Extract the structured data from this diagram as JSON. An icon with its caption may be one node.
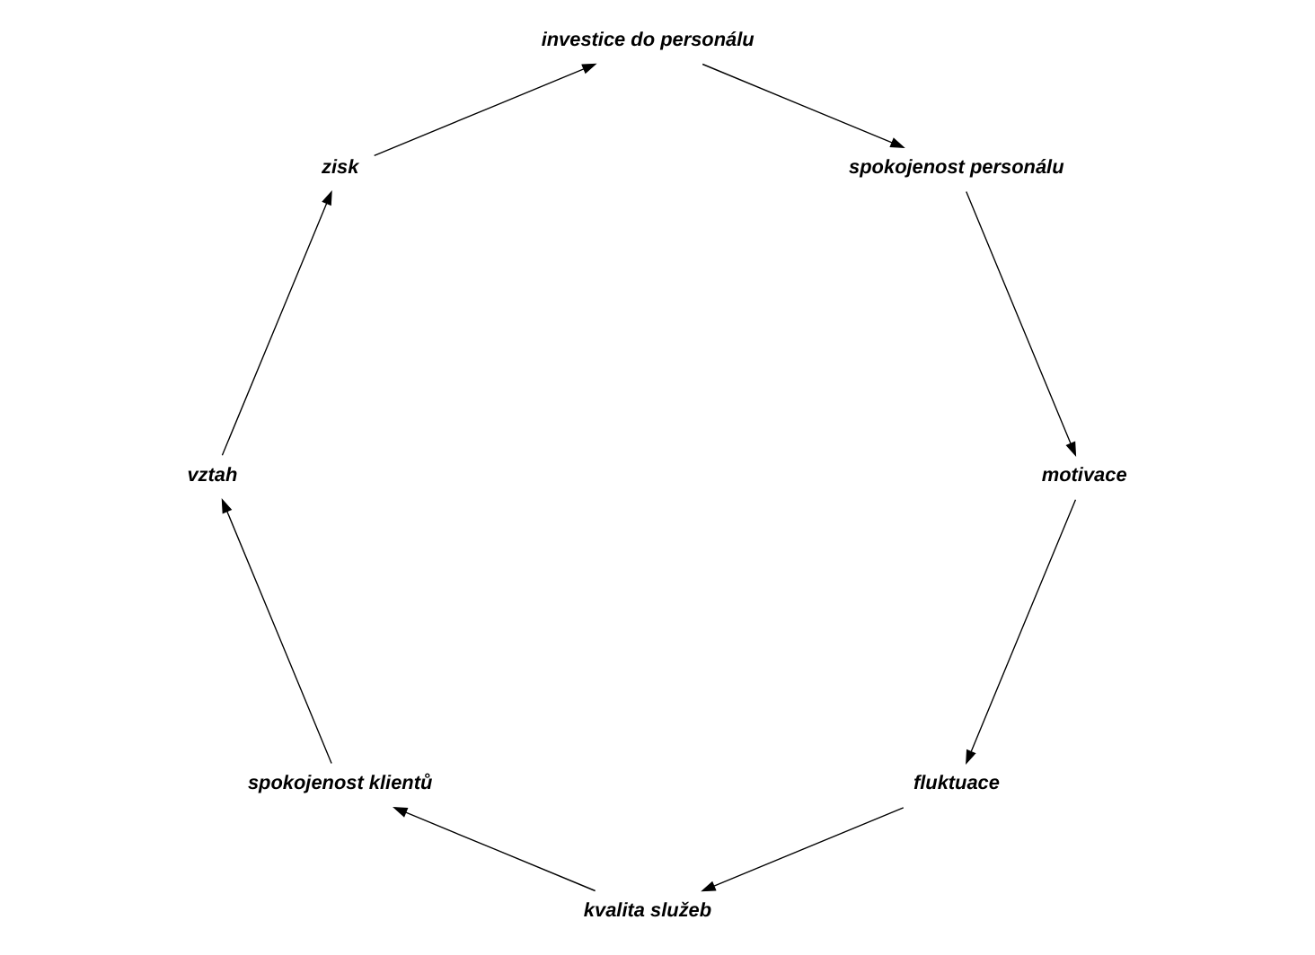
{
  "diagram": {
    "nodes": [
      {
        "text": [
          "kvalita služeb"
        ]
      },
      {
        "text": [
          "spokojenost klientů"
        ]
      },
      {
        "text": [
          "vztah"
        ]
      },
      {
        "text": [
          "zisk"
        ]
      },
      {
        "text": [
          "investice do personálu"
        ]
      },
      {
        "text": [
          "spokojenost personálu"
        ]
      },
      {
        "text": [
          "motivace"
        ]
      },
      {
        "text": [
          "fluktuace"
        ]
      }
    ],
    "edges": [
      {
        "from": 0,
        "to": 1,
        "arrow": "to"
      },
      {
        "from": 1,
        "to": 2,
        "arrow": "to"
      },
      {
        "from": 2,
        "to": 3,
        "arrow": "to"
      },
      {
        "from": 3,
        "to": 4,
        "arrow": "to"
      },
      {
        "from": 4,
        "to": 5,
        "arrow": "to"
      },
      {
        "from": 5,
        "to": 6,
        "arrow": "to"
      },
      {
        "from": 6,
        "to": 7,
        "arrow": "to"
      },
      {
        "from": 7,
        "to": 0,
        "arrow": "to"
      }
    ]
  }
}
